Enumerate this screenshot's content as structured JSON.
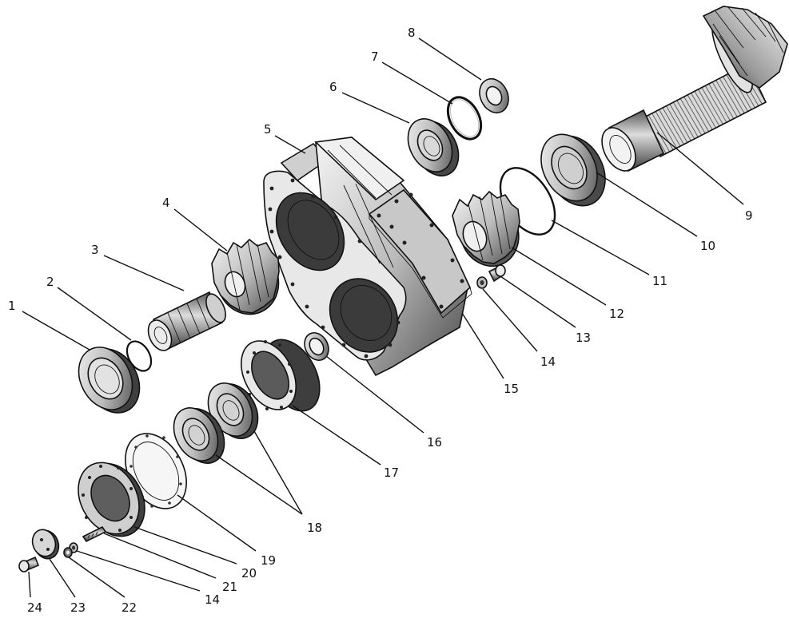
{
  "callouts": [
    {
      "id": "1",
      "label": "1"
    },
    {
      "id": "2",
      "label": "2"
    },
    {
      "id": "3",
      "label": "3"
    },
    {
      "id": "4",
      "label": "4"
    },
    {
      "id": "5",
      "label": "5"
    },
    {
      "id": "6",
      "label": "6"
    },
    {
      "id": "7",
      "label": "7"
    },
    {
      "id": "8",
      "label": "8"
    },
    {
      "id": "9",
      "label": "9"
    },
    {
      "id": "10",
      "label": "10"
    },
    {
      "id": "11",
      "label": "11"
    },
    {
      "id": "12",
      "label": "12"
    },
    {
      "id": "13",
      "label": "13"
    },
    {
      "id": "14a",
      "label": "14"
    },
    {
      "id": "15",
      "label": "15"
    },
    {
      "id": "16",
      "label": "16"
    },
    {
      "id": "17",
      "label": "17"
    },
    {
      "id": "18",
      "label": "18"
    },
    {
      "id": "19",
      "label": "19"
    },
    {
      "id": "20",
      "label": "20"
    },
    {
      "id": "21",
      "label": "21"
    },
    {
      "id": "14b",
      "label": "14"
    },
    {
      "id": "22",
      "label": "22"
    },
    {
      "id": "23",
      "label": "23"
    },
    {
      "id": "24",
      "label": "24"
    }
  ],
  "colors": {
    "ink": "#111111",
    "light": "#e6e6e6",
    "mid": "#bdbdbd",
    "dark": "#7a7a7a",
    "shadow": "#3a3a3a"
  }
}
